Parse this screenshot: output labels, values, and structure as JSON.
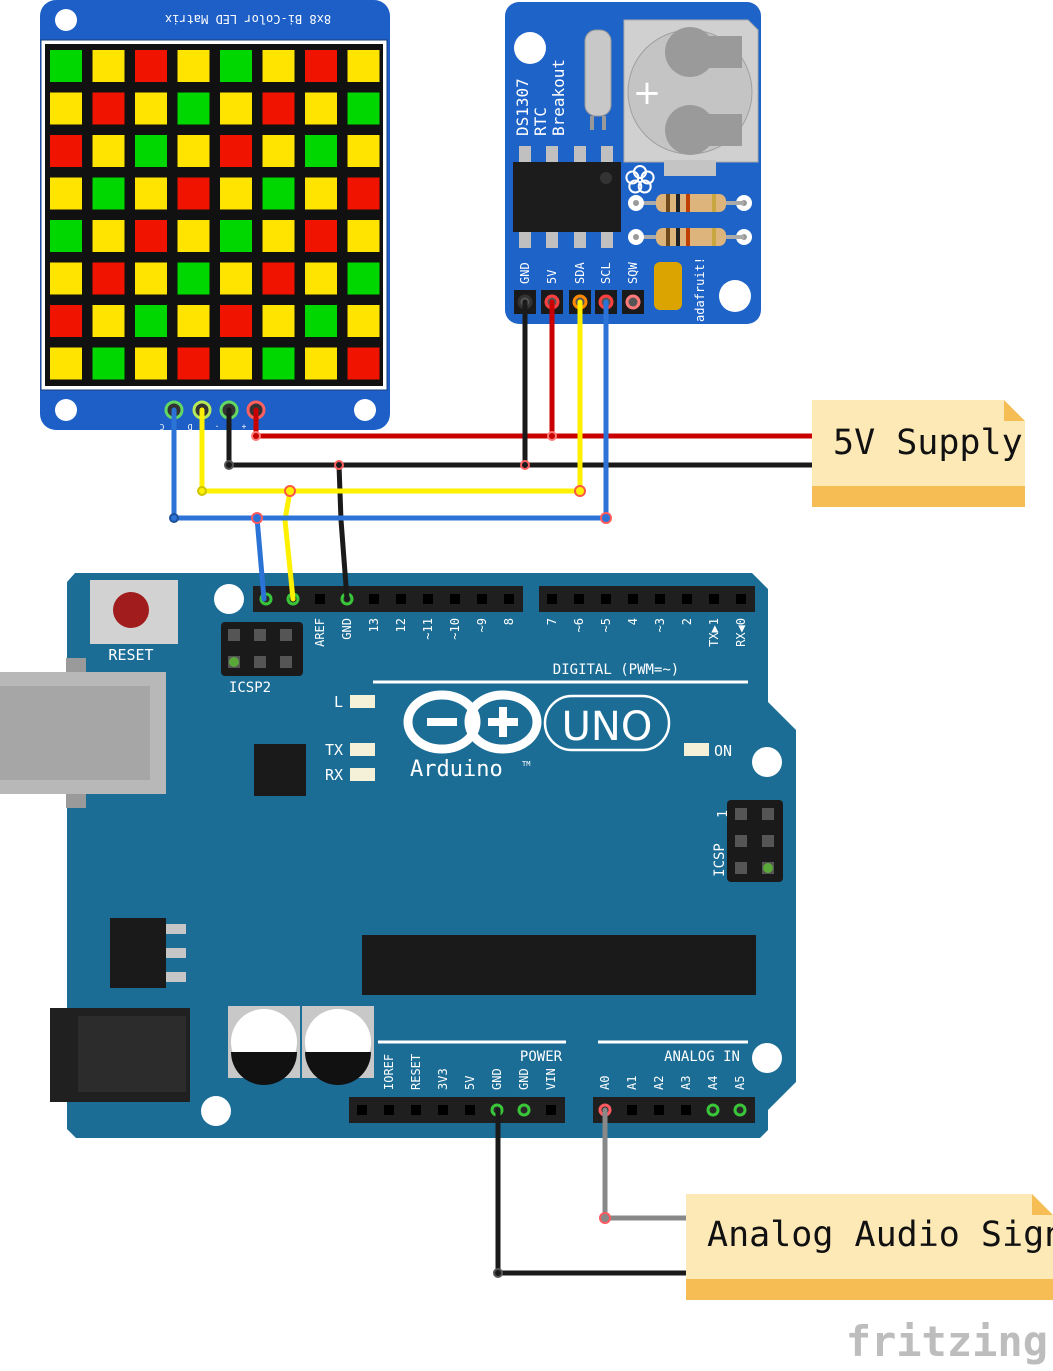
{
  "colors": {
    "board_blue": "#1B6D96",
    "board_dark": "#125A7E",
    "rtc_blue": "#1E63C8",
    "matrix_blue": "#1D5FC6",
    "led_green": "#00D600",
    "led_yellow": "#FFE400",
    "led_red": "#F01400",
    "wire_red": "#C80000",
    "wire_black": "#1A1A1A",
    "wire_yellow": "#FFF000",
    "wire_blue": "#2B73D6",
    "wire_gray": "#888888",
    "note_bg": "#FDE9B6",
    "note_strip": "#F7BD55"
  },
  "matrix": {
    "title": "8x8 Bi-Color LED Matrix",
    "pin_labels": [
      "C",
      "D",
      "-",
      "+"
    ],
    "grid": [
      [
        "G",
        "Y",
        "R",
        "Y",
        "G",
        "Y",
        "R",
        "Y"
      ],
      [
        "Y",
        "R",
        "Y",
        "G",
        "Y",
        "R",
        "Y",
        "G"
      ],
      [
        "R",
        "Y",
        "G",
        "Y",
        "R",
        "Y",
        "G",
        "Y"
      ],
      [
        "Y",
        "G",
        "Y",
        "R",
        "Y",
        "G",
        "Y",
        "R"
      ],
      [
        "G",
        "Y",
        "R",
        "Y",
        "G",
        "Y",
        "R",
        "Y"
      ],
      [
        "Y",
        "R",
        "Y",
        "G",
        "Y",
        "R",
        "Y",
        "G"
      ],
      [
        "R",
        "Y",
        "G",
        "Y",
        "R",
        "Y",
        "G",
        "Y"
      ],
      [
        "Y",
        "G",
        "Y",
        "R",
        "Y",
        "G",
        "Y",
        "R"
      ]
    ]
  },
  "rtc": {
    "title_lines": [
      "DS1307",
      "RTC",
      "Breakout"
    ],
    "pins": [
      "GND",
      "5V",
      "SDA",
      "SCL",
      "SQW"
    ],
    "brand": "adafruit!",
    "battery_symbol": "+"
  },
  "arduino": {
    "reset_label": "RESET",
    "icsp2_label": "ICSP2",
    "icsp_label": "ICSP",
    "icsp_pin1": "1",
    "brand": "Arduino",
    "model": "UNO",
    "trademark": "TM",
    "led_l": "L",
    "led_tx": "TX",
    "led_rx": "RX",
    "led_on": "ON",
    "digital_label": "DIGITAL (PWM=~)",
    "digital_pins_left": [
      "AREF",
      "GND",
      "13",
      "12",
      "~11",
      "~10",
      "~9",
      "8"
    ],
    "digital_pins_right": [
      "7",
      "~6",
      "~5",
      "4",
      "~3",
      "2",
      "TX▶1",
      "RX◀0"
    ],
    "power_label": "POWER",
    "power_pins": [
      "IOREF",
      "RESET",
      "3V3",
      "5V",
      "GND",
      "GND",
      "VIN"
    ],
    "analog_label": "ANALOG IN",
    "analog_pins": [
      "A0",
      "A1",
      "A2",
      "A3",
      "A4",
      "A5"
    ]
  },
  "notes": {
    "supply": "5V Supply",
    "audio": "Analog Audio Signal"
  },
  "watermark": "fritzing"
}
